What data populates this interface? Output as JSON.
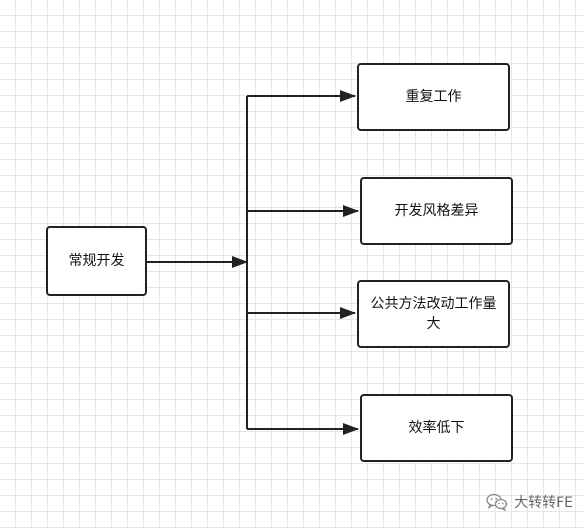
{
  "diagram": {
    "root": {
      "label": "常规开发"
    },
    "children": [
      {
        "label": "重复工作"
      },
      {
        "label": "开发风格差异"
      },
      {
        "label": "公共方法改动工作量大"
      },
      {
        "label": "效率低下"
      }
    ]
  },
  "watermark": {
    "text": "大转转FE",
    "icon": "wechat-icon"
  },
  "colors": {
    "stroke": "#222222",
    "grid": "#e6e6e6",
    "background": "#ffffff"
  }
}
